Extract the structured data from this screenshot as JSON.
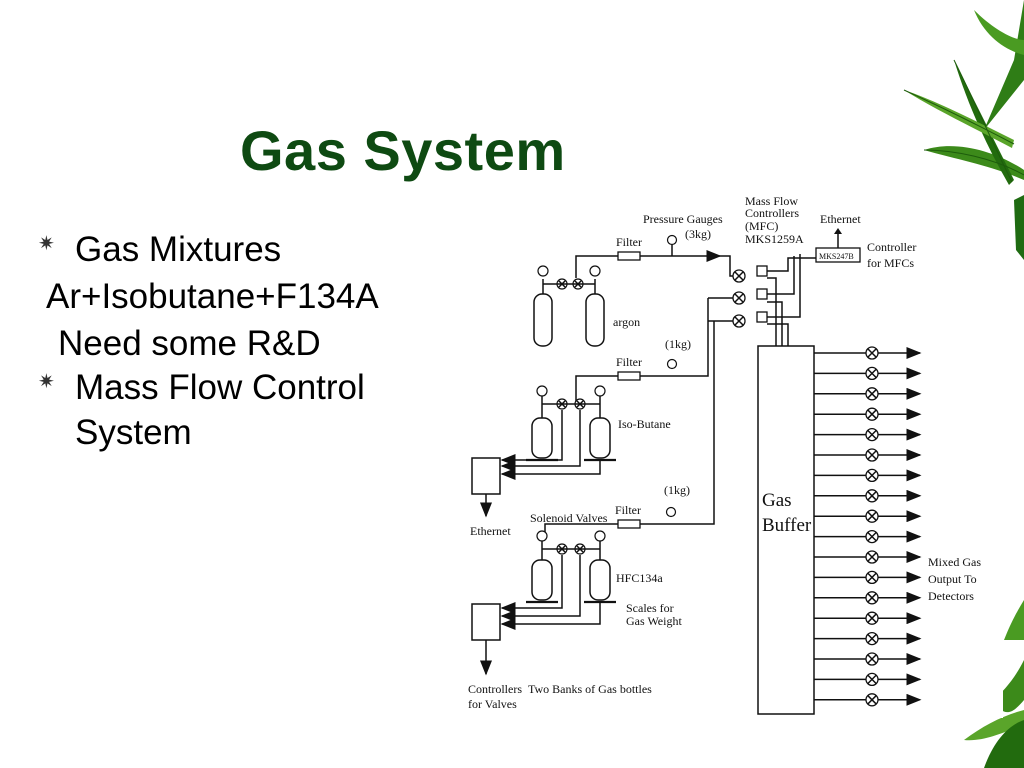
{
  "slide": {
    "title": "Gas System",
    "bullets": [
      {
        "type": "bullet",
        "text": "Gas Mixtures"
      },
      {
        "type": "plain",
        "text": "Ar+Isobutane+F134A"
      },
      {
        "type": "plain",
        "text": "Need some R&D"
      },
      {
        "type": "bullet",
        "text": "Mass Flow Control System"
      }
    ],
    "bullet_symbol": "✷"
  },
  "diagram": {
    "labels": {
      "pressure_gauges": "Pressure Gauges",
      "pressure_3kg": "(3kg)",
      "mass_flow_1": "Mass Flow",
      "mass_flow_2": "Controllers",
      "mass_flow_3": "(MFC)",
      "mks1259": "MKS1259A",
      "ethernet_top": "Ethernet",
      "mks247b": "MKS247B",
      "controller_1": "Controller",
      "controller_2": "for MFCs",
      "filter_1": "Filter",
      "filter_2": "Filter",
      "filter_3": "Filter",
      "p1kg_a": "(1kg)",
      "p1kg_b": "(1kg)",
      "argon": "argon",
      "isobutane": "Iso-Butane",
      "hfc134a": "HFC134a",
      "solenoid": "Solenoid Valves",
      "ethernet_left": "Ethernet",
      "scales_1": "Scales for",
      "scales_2": "Gas Weight",
      "controllers_valves_1": "Controllers",
      "controllers_valves_2": "for Valves",
      "two_banks": "Two Banks of Gas bottles",
      "gas_buffer_1": "Gas",
      "gas_buffer_2": "Buffer",
      "mixed_1": "Mixed Gas",
      "mixed_2": "Output  To",
      "mixed_3": "Detectors"
    },
    "output_count": 18
  },
  "colors": {
    "title": "#0e4a12",
    "bamboo_dark": "#1f6b12",
    "bamboo_light": "#5aa52a"
  },
  "icons": {
    "bullet": "star-burst-icon",
    "valve": "valve-x-icon",
    "gauge": "pressure-gauge-icon"
  }
}
